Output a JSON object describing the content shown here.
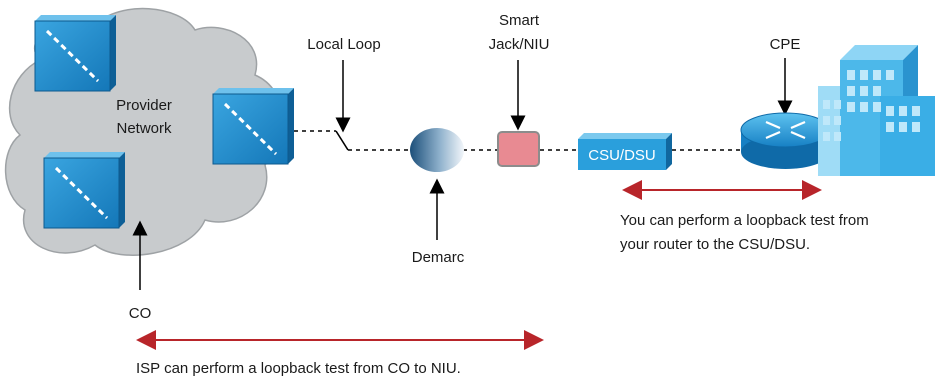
{
  "labels": {
    "provider_network_line1": "Provider",
    "provider_network_line2": "Network",
    "local_loop": "Local Loop",
    "smart_jack_line1": "Smart",
    "smart_jack_line2": "Jack/NIU",
    "cpe": "CPE",
    "csu_dsu": "CSU/DSU",
    "demarc": "Demarc",
    "co": "CO",
    "router_loopback_line1": "You can perform a loopback test from",
    "router_loopback_line2": "your router to the CSU/DSU.",
    "isp_loopback": "ISP can perform a loopback test from CO to NIU."
  },
  "icons": [
    "cloud-icon",
    "switch-icon",
    "demarc-icon",
    "niu-icon",
    "csu-dsu-icon",
    "router-icon",
    "building-icon"
  ],
  "colors": {
    "cloud_fill": "#c8cbcd",
    "switch_blue": "#1f8fd0",
    "csu_blue": "#2a9fdc",
    "niu_pink": "#e88a92",
    "arrow_red": "#b8252a",
    "building_blue": "#4cb8ea"
  }
}
